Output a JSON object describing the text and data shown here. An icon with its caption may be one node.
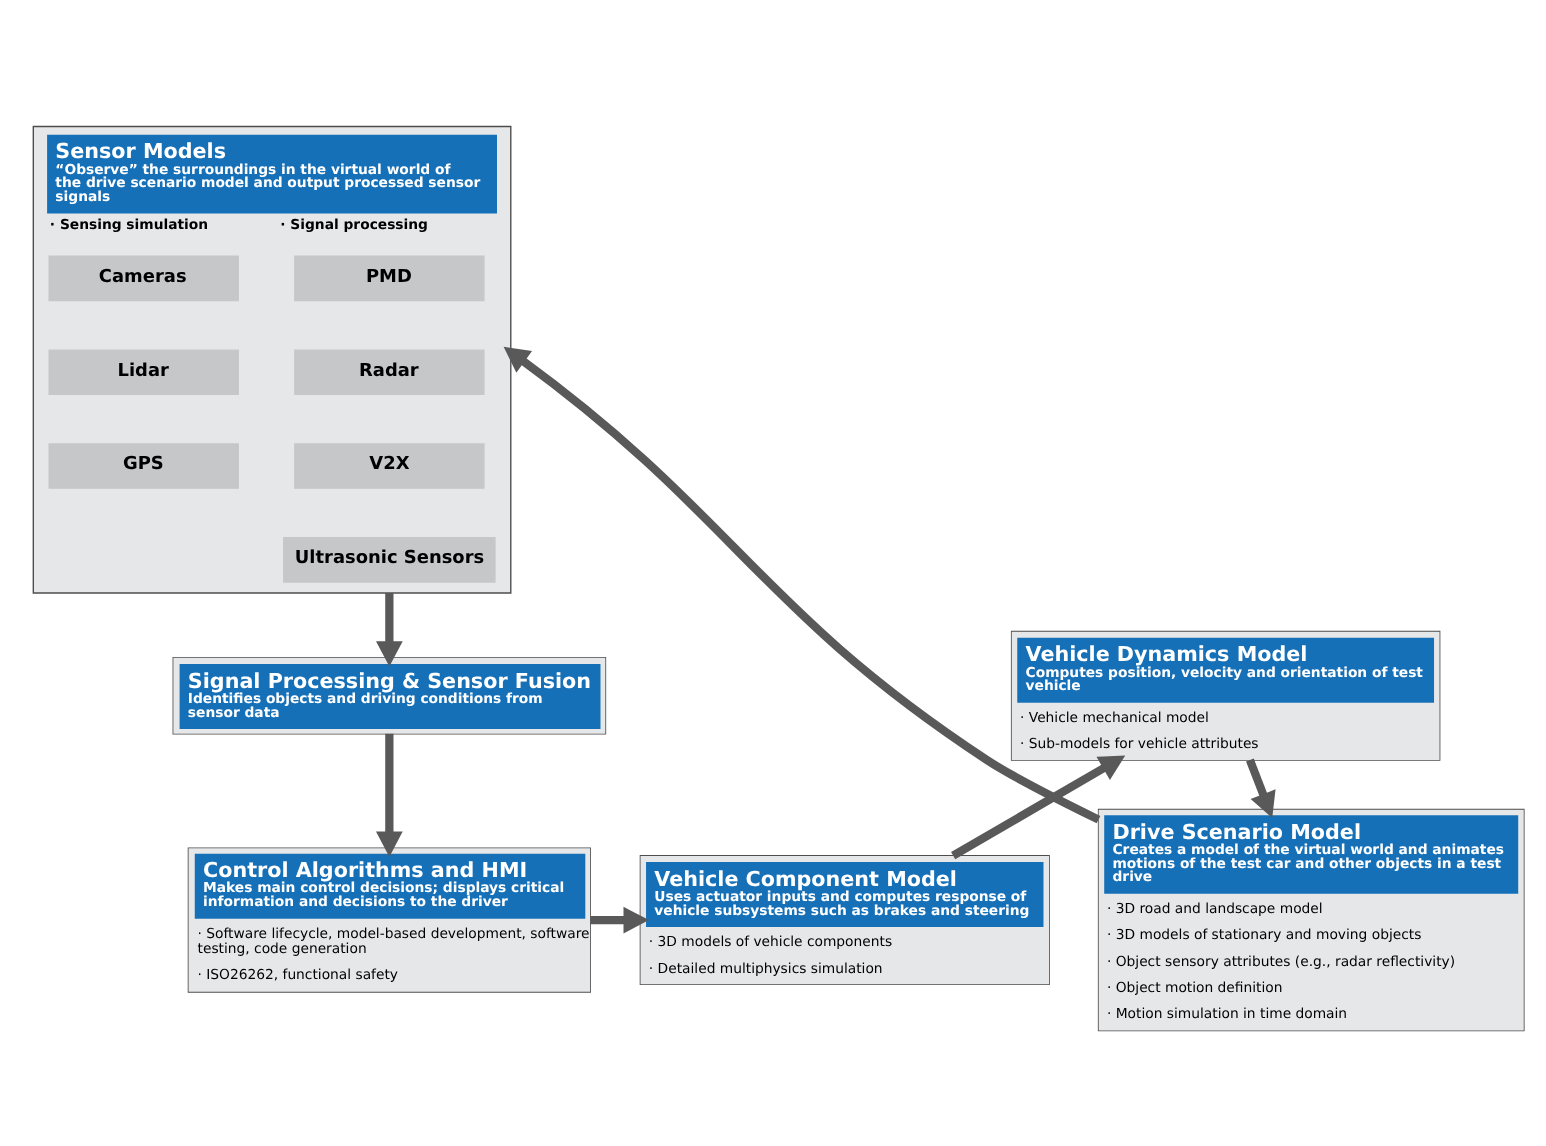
{
  "diagram": {
    "nodes": [
      {
        "text": [
          "Drive Scenario Model",
          "Creates a model of the virtual world and animates motions of the test car and other objects in a test drive",
          "· 3D road and landscape model",
          "· 3D models of stationary and moving objects",
          "· Object sensory attributes (e.g., radar reflectivity)",
          "· Object motion definition",
          "· Motion simulation in time domain"
        ]
      },
      {
        "text": [
          "Sensor Models",
          "“Observe” the surroundings in the virtual world of the drive scenario model and output processed sensor signals",
          "· Sensing simulation",
          "· Signal processing"
        ]
      },
      {
        "text": [
          "PMD"
        ],
        "in": 1
      },
      {
        "text": [
          "Cameras"
        ],
        "in": 1
      },
      {
        "text": [
          "Radar"
        ],
        "in": 1
      },
      {
        "text": [
          "Lidar"
        ],
        "in": 1
      },
      {
        "text": [
          "V2X"
        ],
        "in": 1
      },
      {
        "text": [
          "GPS"
        ],
        "in": 1
      },
      {
        "text": [
          "Ultrasonic Sensors"
        ],
        "in": 1
      },
      {
        "text": [
          "Signal Processing & Sensor Fusion",
          "Identifies objects and driving conditions from sensor data"
        ]
      },
      {
        "text": [
          "Control Algorithms and HMI",
          "Makes main control decisions; displays critical information and decisions to the driver",
          "· Software lifecycle, model-based development, software testing, code generation",
          "· ISO26262, functional safety"
        ]
      },
      {
        "text": [
          "Vehicle Component Model",
          "Uses actuator inputs and computes response of vehicle subsystems such as brakes and steering",
          "· 3D models of vehicle components",
          "· Detailed multiphysics simulation"
        ]
      },
      {
        "text": [
          "Vehicle Dynamics Model",
          "Computes position, velocity and orientation of test vehicle",
          "· Vehicle mechanical model",
          "· Sub-models for vehicle attributes"
        ]
      }
    ],
    "edges": [
      {
        "from": 0,
        "to": 1,
        "arrow": "to"
      },
      {
        "from": 1,
        "to": 9,
        "arrow": "to"
      },
      {
        "from": 9,
        "to": 10,
        "arrow": "to"
      },
      {
        "from": 10,
        "to": 11,
        "arrow": "to"
      },
      {
        "from": 11,
        "to": 12,
        "arrow": "to"
      },
      {
        "from": 12,
        "to": 0,
        "arrow": "to"
      }
    ]
  }
}
